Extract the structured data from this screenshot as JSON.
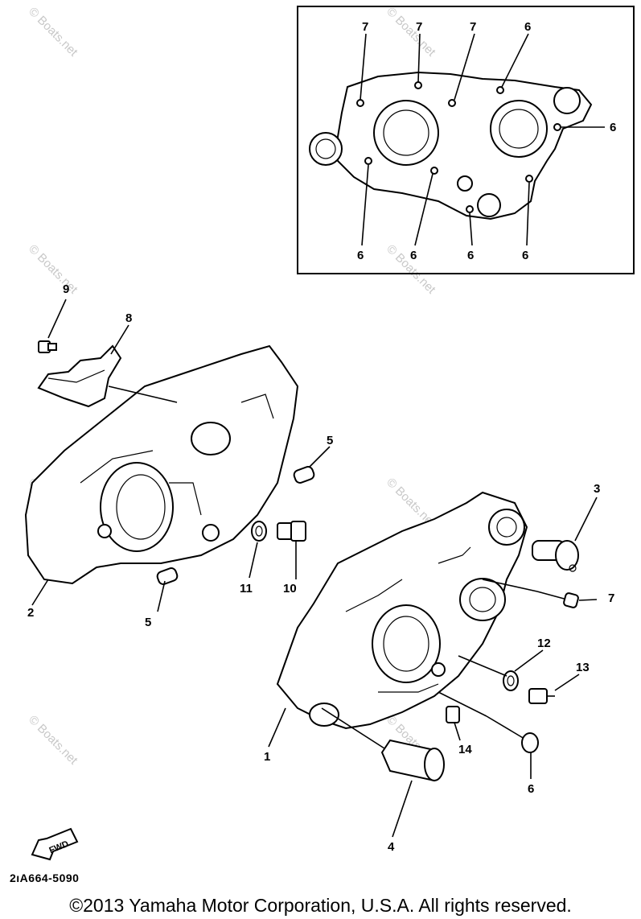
{
  "callouts": {
    "c1": "1",
    "c2": "2",
    "c3": "3",
    "c4": "4",
    "c5a": "5",
    "c5b": "5",
    "c6_inset1": "6",
    "c6_inset2": "6",
    "c6_inset3": "6",
    "c6_inset4": "6",
    "c6_inset5": "6",
    "c6_inset6": "6",
    "c6_main": "6",
    "c7_inset1": "7",
    "c7_inset2": "7",
    "c7_inset3": "7",
    "c7_main": "7",
    "c8": "8",
    "c9": "9",
    "c10": "10",
    "c11": "11",
    "c12": "12",
    "c13": "13",
    "c14": "14"
  },
  "watermark": "© Boats.net",
  "fwd_label": "FWD",
  "diagram_code": "2ıA664-5090",
  "copyright": "©2013 Yamaha Motor Corporation, U.S.A. All rights reserved."
}
